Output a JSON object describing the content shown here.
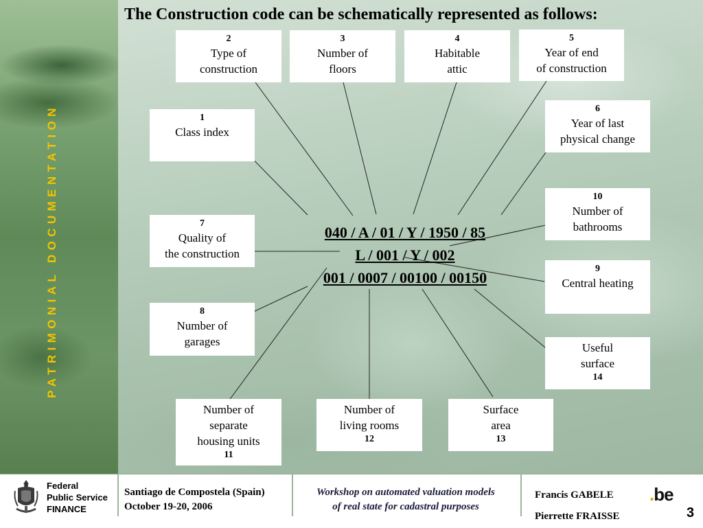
{
  "sidebar": {
    "vertical_text": "PATRIMONIAL DOCUMENTATION"
  },
  "slide": {
    "title": "The Construction code can be schematically represented as follows:",
    "code_lines": [
      "040 / A / 01 / Y / 1950 / 85",
      "L / 001 / Y / 002",
      "001 / 0007 / 00100 / 00150"
    ],
    "boxes": [
      {
        "num": "1",
        "label": "Class index"
      },
      {
        "num": "2",
        "label": "Type of\nconstruction"
      },
      {
        "num": "3",
        "label": "Number of\nfloors"
      },
      {
        "num": "4",
        "label": "Habitable\nattic"
      },
      {
        "num": "5",
        "label": "Year of end\nof construction"
      },
      {
        "num": "6",
        "label": "Year of last\nphysical change"
      },
      {
        "num": "7",
        "label": "Quality of\nthe construction"
      },
      {
        "num": "8",
        "label": "Number of\ngarages"
      },
      {
        "num": "9",
        "label": "Central heating"
      },
      {
        "num": "10",
        "label": "Number of\nbathrooms"
      },
      {
        "num": "11",
        "label": "Number of\nseparate\nhousing units"
      },
      {
        "num": "12",
        "label": "Number of\nliving rooms"
      },
      {
        "num": "13",
        "label": "Surface\narea"
      },
      {
        "num": "14",
        "label": "Useful\nsurface"
      }
    ]
  },
  "footer": {
    "org_line1": "Federal",
    "org_line2": "Public Service",
    "org_line3": "FINANCE",
    "venue_line1": "Santiago de Compostela (Spain)",
    "venue_line2": "October 19-20, 2006",
    "workshop_line1": "Workshop on automated valuation models",
    "workshop_line2": "of real state for cadastral purposes",
    "author1": "Francis GABELE",
    "author2": "Pierrette FRAISSE",
    "logo_dot": ".",
    "logo_text": "be",
    "page_number": "3"
  },
  "colors": {
    "sidebar_text": "#f2c400",
    "logo_dot": "#e8a200"
  }
}
